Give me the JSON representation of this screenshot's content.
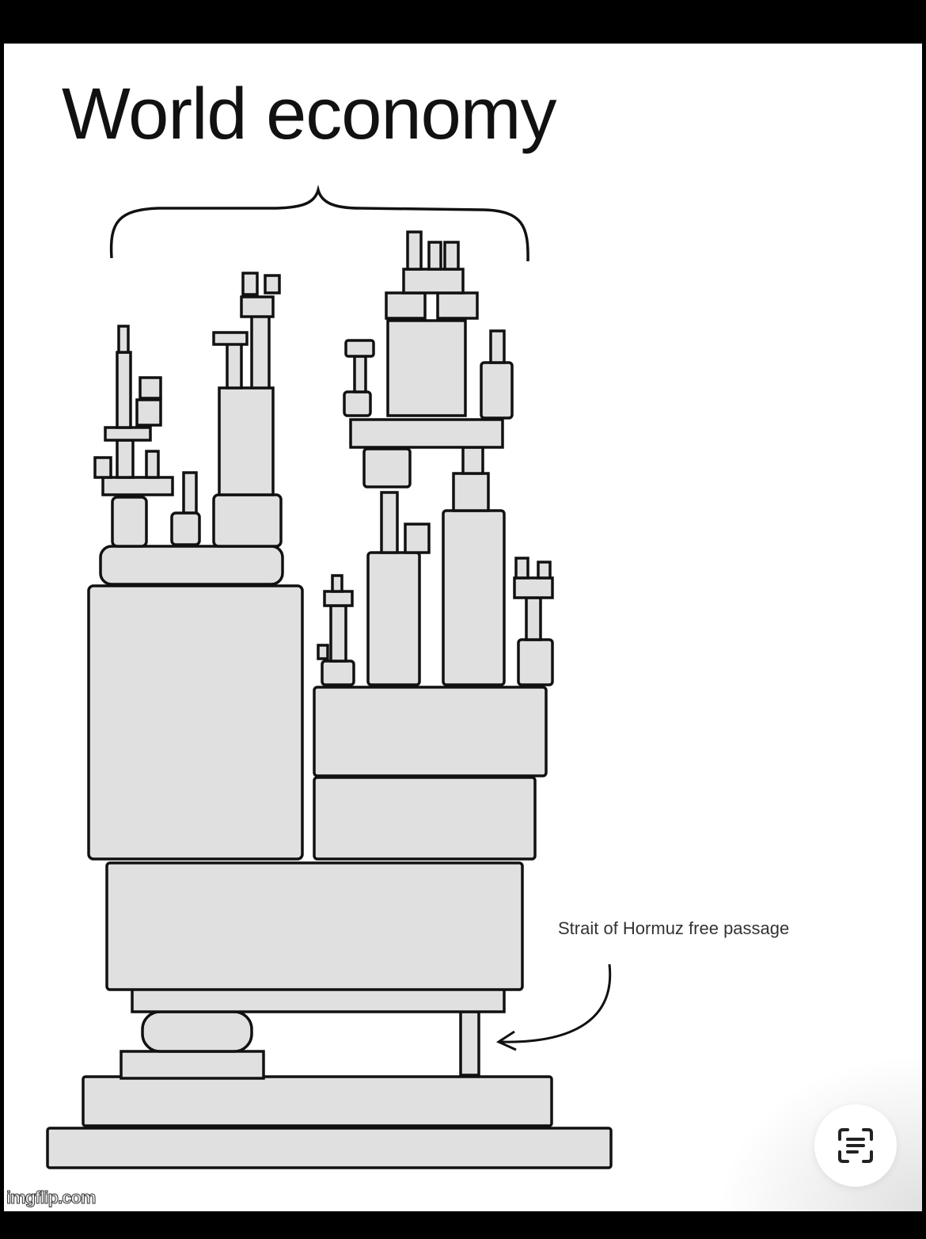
{
  "comic": {
    "title": "World economy",
    "caption": "Strait of Hormuz free passage",
    "watermark": "imgflip.com"
  },
  "viewer": {
    "lens_button_icon": "text-scan-icon"
  }
}
